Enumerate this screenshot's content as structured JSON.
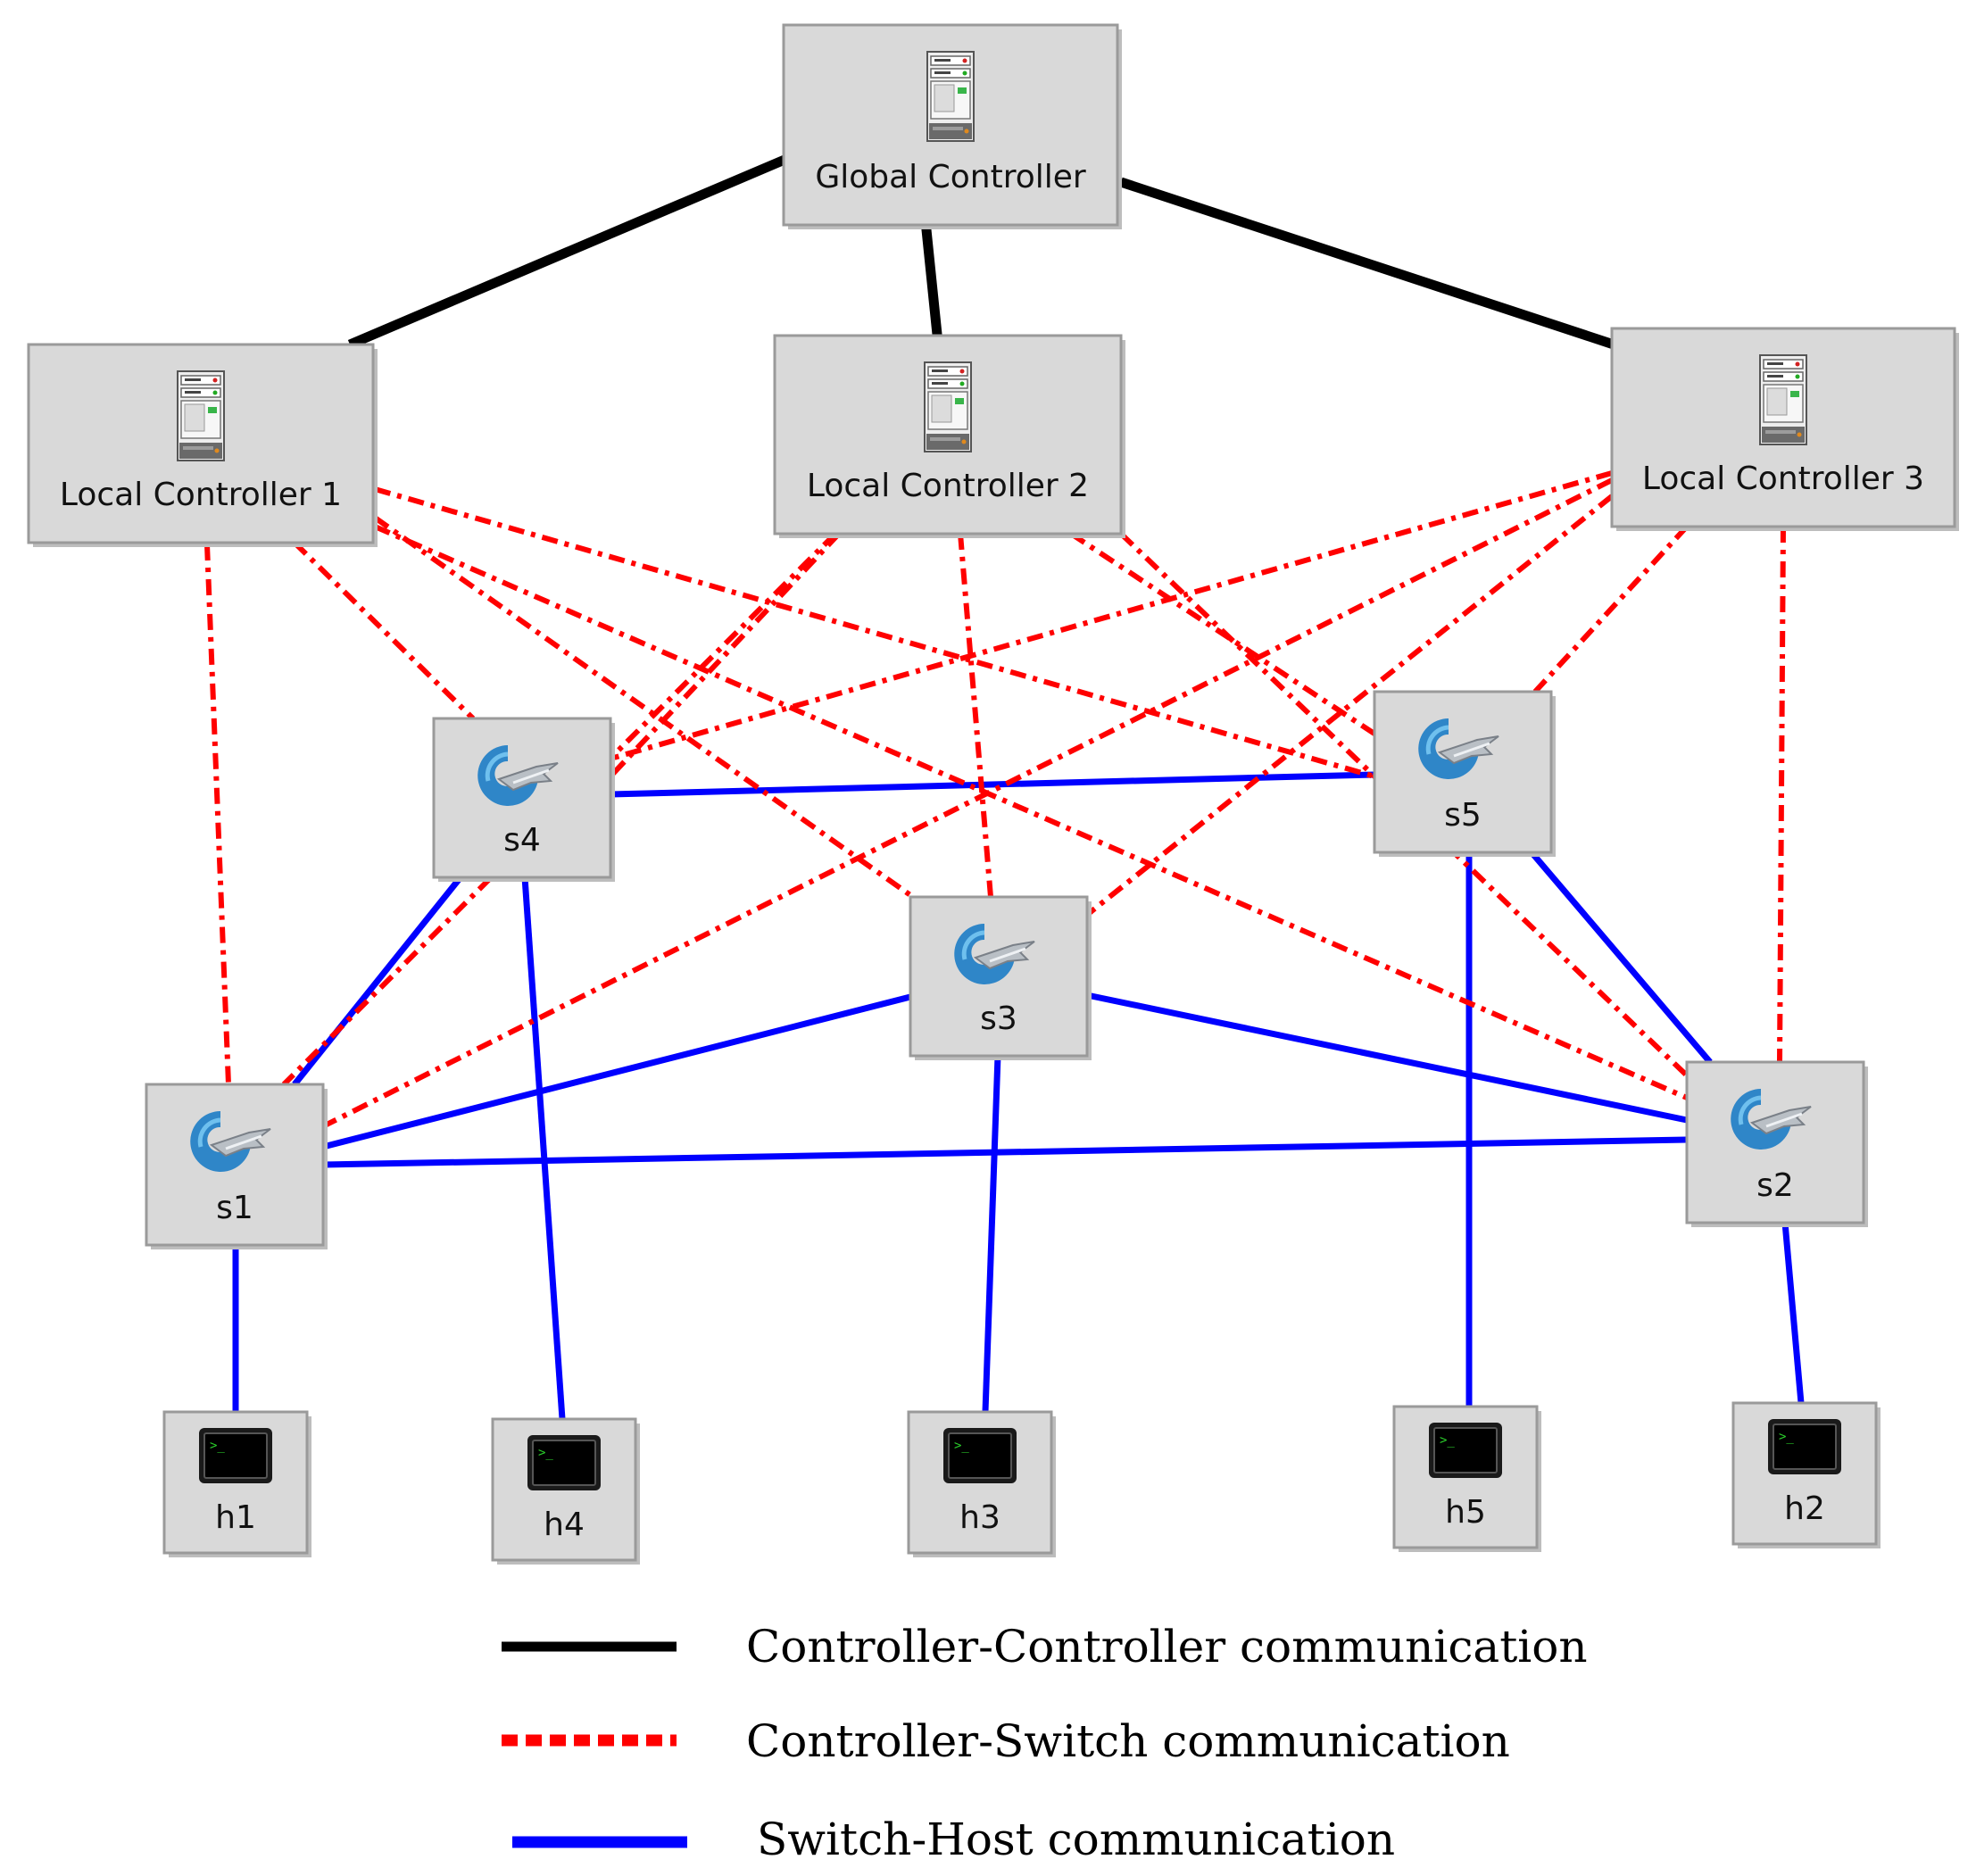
{
  "nodes": {
    "global": {
      "label": "Global Controller",
      "kind": "controller"
    },
    "lc1": {
      "label": "Local Controller 1",
      "kind": "controller"
    },
    "lc2": {
      "label": "Local Controller 2",
      "kind": "controller"
    },
    "lc3": {
      "label": "Local Controller 3",
      "kind": "controller"
    },
    "s1": {
      "label": "s1",
      "kind": "switch"
    },
    "s2": {
      "label": "s2",
      "kind": "switch"
    },
    "s3": {
      "label": "s3",
      "kind": "switch"
    },
    "s4": {
      "label": "s4",
      "kind": "switch"
    },
    "s5": {
      "label": "s5",
      "kind": "switch"
    },
    "h1": {
      "label": "h1",
      "kind": "host"
    },
    "h2": {
      "label": "h2",
      "kind": "host"
    },
    "h3": {
      "label": "h3",
      "kind": "host"
    },
    "h4": {
      "label": "h4",
      "kind": "host"
    },
    "h5": {
      "label": "h5",
      "kind": "host"
    }
  },
  "links": {
    "controller_controller": [
      [
        "global",
        "lc1"
      ],
      [
        "global",
        "lc2"
      ],
      [
        "global",
        "lc3"
      ]
    ],
    "controller_switch": [
      [
        "lc1",
        "s1"
      ],
      [
        "lc1",
        "s2"
      ],
      [
        "lc1",
        "s3"
      ],
      [
        "lc1",
        "s4"
      ],
      [
        "lc1",
        "s5"
      ],
      [
        "lc2",
        "s1"
      ],
      [
        "lc2",
        "s2"
      ],
      [
        "lc2",
        "s3"
      ],
      [
        "lc2",
        "s4"
      ],
      [
        "lc2",
        "s5"
      ],
      [
        "lc3",
        "s1"
      ],
      [
        "lc3",
        "s2"
      ],
      [
        "lc3",
        "s3"
      ],
      [
        "lc3",
        "s4"
      ],
      [
        "lc3",
        "s5"
      ]
    ],
    "switch_host": [
      [
        "s1",
        "s4"
      ],
      [
        "s1",
        "s3"
      ],
      [
        "s1",
        "s2"
      ],
      [
        "s4",
        "s5"
      ],
      [
        "s3",
        "s2"
      ],
      [
        "s5",
        "s2"
      ],
      [
        "s1",
        "h1"
      ],
      [
        "s4",
        "h4"
      ],
      [
        "s3",
        "h3"
      ],
      [
        "s5",
        "h5"
      ],
      [
        "s2",
        "h2"
      ]
    ]
  },
  "legend": [
    {
      "style": "controller_controller",
      "label": "Controller-Controller communication",
      "color": "#000000"
    },
    {
      "style": "controller_switch",
      "label": "Controller-Switch communication",
      "color": "#ff0000"
    },
    {
      "style": "switch_host",
      "label": "Switch-Host communication",
      "color": "#0000ff"
    }
  ]
}
